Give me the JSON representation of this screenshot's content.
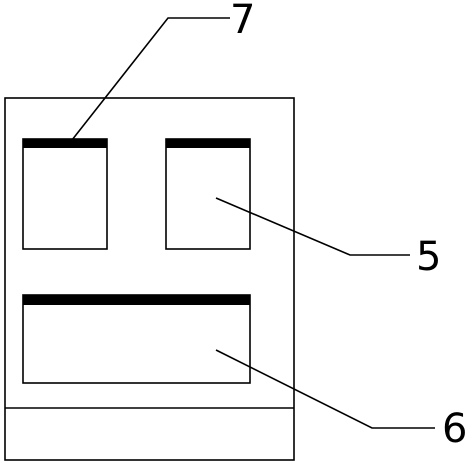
{
  "diagram": {
    "labels": {
      "top_left_panel": "7",
      "top_right_panel": "5",
      "bottom_panel": "6"
    }
  }
}
